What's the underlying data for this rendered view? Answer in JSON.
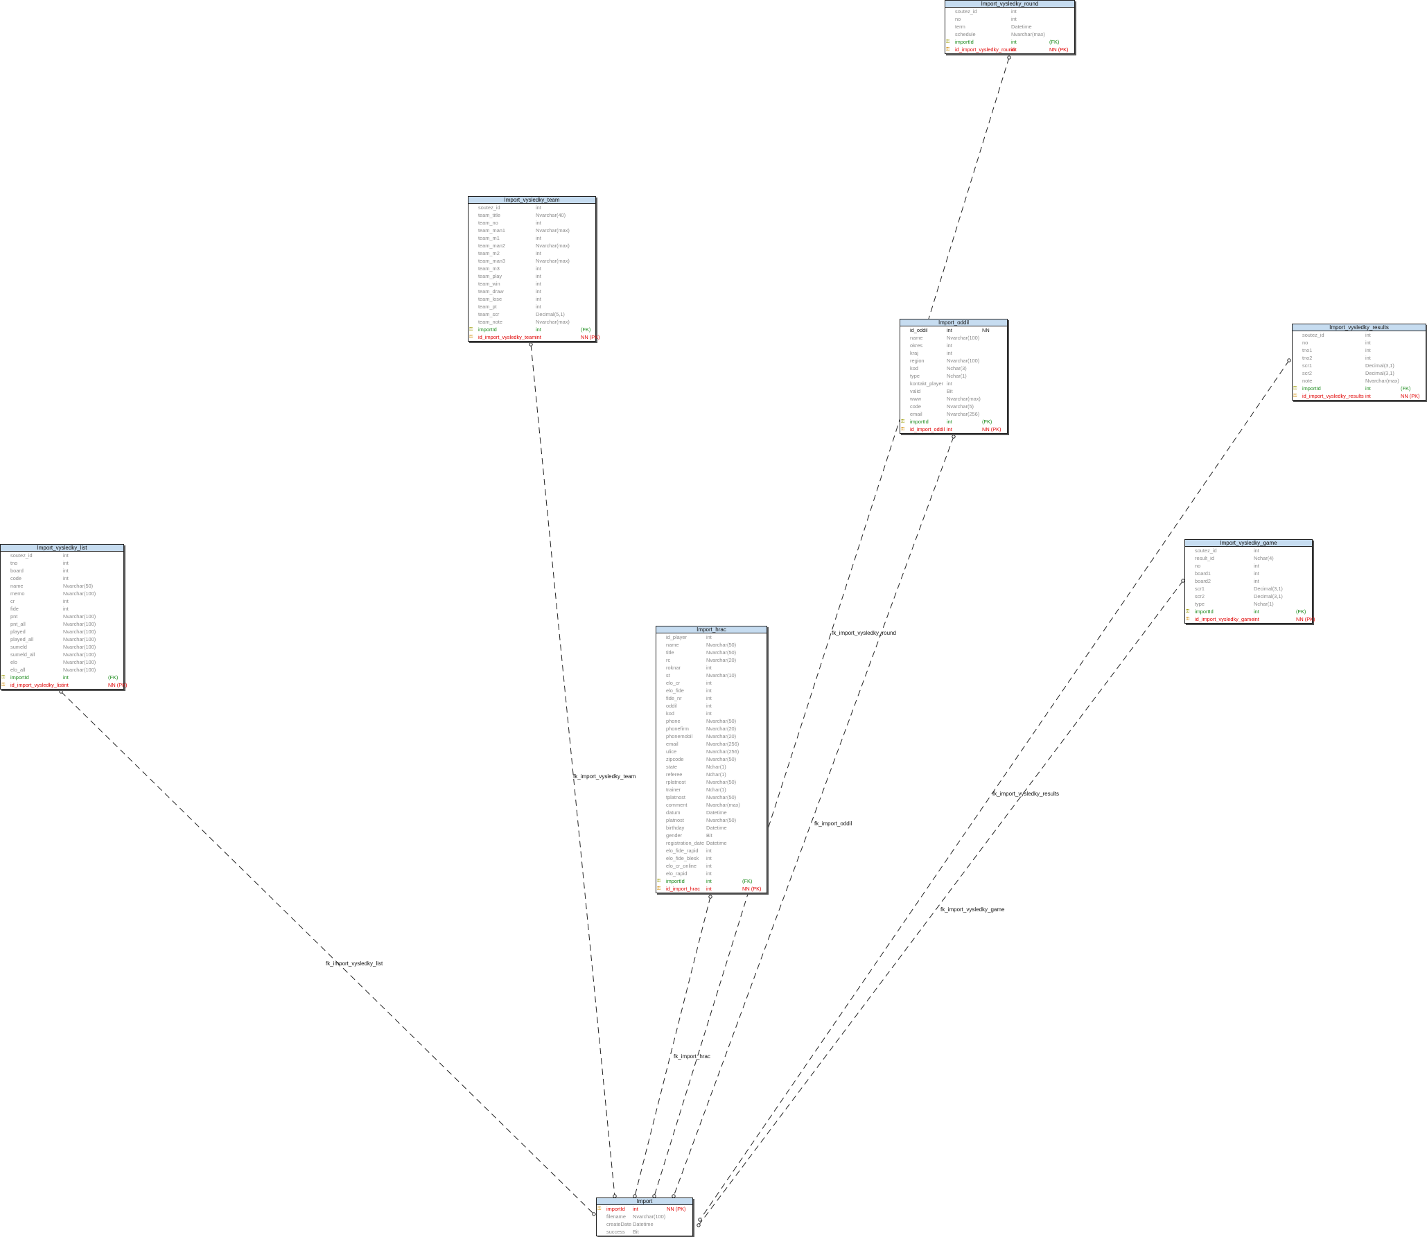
{
  "tables": [
    {
      "key": "round",
      "title": "Import_vysledky_round",
      "rows": [
        {
          "name": "soutez_id",
          "type": "int",
          "flag": "",
          "kind": ""
        },
        {
          "name": "no",
          "type": "int",
          "flag": "",
          "kind": ""
        },
        {
          "name": "term",
          "type": "Datetime",
          "flag": "",
          "kind": ""
        },
        {
          "name": "schedule",
          "type": "Nvarchar(max)",
          "flag": "",
          "kind": ""
        },
        {
          "name": "importId",
          "type": "int",
          "flag": "(FK)",
          "kind": "fk"
        },
        {
          "name": "id_import_vysledky_round",
          "type": "int",
          "flag": "NN (PK)",
          "kind": "pk"
        }
      ]
    },
    {
      "key": "team",
      "title": "Import_vysledky_team",
      "rows": [
        {
          "name": "soutez_id",
          "type": "int",
          "flag": "",
          "kind": ""
        },
        {
          "name": "team_title",
          "type": "Nvarchar(40)",
          "flag": "",
          "kind": ""
        },
        {
          "name": "team_no",
          "type": "int",
          "flag": "",
          "kind": ""
        },
        {
          "name": "team_man1",
          "type": "Nvarchar(max)",
          "flag": "",
          "kind": ""
        },
        {
          "name": "team_m1",
          "type": "int",
          "flag": "",
          "kind": ""
        },
        {
          "name": "team_man2",
          "type": "Nvarchar(max)",
          "flag": "",
          "kind": ""
        },
        {
          "name": "team_m2",
          "type": "int",
          "flag": "",
          "kind": ""
        },
        {
          "name": "team_man3",
          "type": "Nvarchar(max)",
          "flag": "",
          "kind": ""
        },
        {
          "name": "team_m3",
          "type": "int",
          "flag": "",
          "kind": ""
        },
        {
          "name": "team_play",
          "type": "int",
          "flag": "",
          "kind": ""
        },
        {
          "name": "team_win",
          "type": "int",
          "flag": "",
          "kind": ""
        },
        {
          "name": "team_draw",
          "type": "int",
          "flag": "",
          "kind": ""
        },
        {
          "name": "team_lose",
          "type": "int",
          "flag": "",
          "kind": ""
        },
        {
          "name": "team_pt",
          "type": "int",
          "flag": "",
          "kind": ""
        },
        {
          "name": "team_scr",
          "type": "Decimal(5,1)",
          "flag": "",
          "kind": ""
        },
        {
          "name": "team_note",
          "type": "Nvarchar(max)",
          "flag": "",
          "kind": ""
        },
        {
          "name": "importId",
          "type": "int",
          "flag": "(FK)",
          "kind": "fk"
        },
        {
          "name": "id_import_vysledky_team",
          "type": "int",
          "flag": "NN (PK)",
          "kind": "pk"
        }
      ]
    },
    {
      "key": "oddil",
      "title": "Import_oddil",
      "rows": [
        {
          "name": "id_oddil",
          "type": "int",
          "flag": "NN",
          "kind": "nn"
        },
        {
          "name": "name",
          "type": "Nvarchar(100)",
          "flag": "",
          "kind": ""
        },
        {
          "name": "okres",
          "type": "int",
          "flag": "",
          "kind": ""
        },
        {
          "name": "kraj",
          "type": "int",
          "flag": "",
          "kind": ""
        },
        {
          "name": "region",
          "type": "Nvarchar(100)",
          "flag": "",
          "kind": ""
        },
        {
          "name": "kod",
          "type": "Nchar(3)",
          "flag": "",
          "kind": ""
        },
        {
          "name": "type",
          "type": "Nchar(1)",
          "flag": "",
          "kind": ""
        },
        {
          "name": "kontakt_player",
          "type": "int",
          "flag": "",
          "kind": ""
        },
        {
          "name": "valid",
          "type": "Bit",
          "flag": "",
          "kind": ""
        },
        {
          "name": "www",
          "type": "Nvarchar(max)",
          "flag": "",
          "kind": ""
        },
        {
          "name": "code",
          "type": "Nvarchar(5)",
          "flag": "",
          "kind": ""
        },
        {
          "name": "email",
          "type": "Nvarchar(256)",
          "flag": "",
          "kind": ""
        },
        {
          "name": "importId",
          "type": "int",
          "flag": "(FK)",
          "kind": "fk"
        },
        {
          "name": "id_import_oddil",
          "type": "int",
          "flag": "NN (PK)",
          "kind": "pk"
        }
      ]
    },
    {
      "key": "results",
      "title": "Import_vysledky_results",
      "rows": [
        {
          "name": "soutez_id",
          "type": "int",
          "flag": "",
          "kind": ""
        },
        {
          "name": "no",
          "type": "int",
          "flag": "",
          "kind": ""
        },
        {
          "name": "tno1",
          "type": "int",
          "flag": "",
          "kind": ""
        },
        {
          "name": "tno2",
          "type": "int",
          "flag": "",
          "kind": ""
        },
        {
          "name": "scr1",
          "type": "Decimal(3,1)",
          "flag": "",
          "kind": ""
        },
        {
          "name": "scr2",
          "type": "Decimal(3,1)",
          "flag": "",
          "kind": ""
        },
        {
          "name": "note",
          "type": "Nvarchar(max)",
          "flag": "",
          "kind": ""
        },
        {
          "name": "importId",
          "type": "int",
          "flag": "(FK)",
          "kind": "fk"
        },
        {
          "name": "id_import_vysledky_results",
          "type": "int",
          "flag": "NN (PK)",
          "kind": "pk"
        }
      ]
    },
    {
      "key": "game",
      "title": "Import_vysledky_game",
      "rows": [
        {
          "name": "soutez_id",
          "type": "int",
          "flag": "",
          "kind": ""
        },
        {
          "name": "result_id",
          "type": "Nchar(4)",
          "flag": "",
          "kind": ""
        },
        {
          "name": "no",
          "type": "int",
          "flag": "",
          "kind": ""
        },
        {
          "name": "board1",
          "type": "int",
          "flag": "",
          "kind": ""
        },
        {
          "name": "board2",
          "type": "int",
          "flag": "",
          "kind": ""
        },
        {
          "name": "scr1",
          "type": "Decimal(3,1)",
          "flag": "",
          "kind": ""
        },
        {
          "name": "scr2",
          "type": "Decimal(3,1)",
          "flag": "",
          "kind": ""
        },
        {
          "name": "type",
          "type": "Nchar(1)",
          "flag": "",
          "kind": ""
        },
        {
          "name": "importId",
          "type": "int",
          "flag": "(FK)",
          "kind": "fk"
        },
        {
          "name": "id_import_vysledky_game",
          "type": "int",
          "flag": "NN (PK)",
          "kind": "pk"
        }
      ]
    },
    {
      "key": "list",
      "title": "Import_vysledky_list",
      "rows": [
        {
          "name": "soutez_id",
          "type": "int",
          "flag": "",
          "kind": ""
        },
        {
          "name": "tno",
          "type": "int",
          "flag": "",
          "kind": ""
        },
        {
          "name": "board",
          "type": "int",
          "flag": "",
          "kind": ""
        },
        {
          "name": "code",
          "type": "int",
          "flag": "",
          "kind": ""
        },
        {
          "name": "name",
          "type": "Nvarchar(50)",
          "flag": "",
          "kind": ""
        },
        {
          "name": "memo",
          "type": "Nvarchar(100)",
          "flag": "",
          "kind": ""
        },
        {
          "name": "cr",
          "type": "int",
          "flag": "",
          "kind": ""
        },
        {
          "name": "fide",
          "type": "int",
          "flag": "",
          "kind": ""
        },
        {
          "name": "pnt",
          "type": "Nvarchar(100)",
          "flag": "",
          "kind": ""
        },
        {
          "name": "pnt_all",
          "type": "Nvarchar(100)",
          "flag": "",
          "kind": ""
        },
        {
          "name": "played",
          "type": "Nvarchar(100)",
          "flag": "",
          "kind": ""
        },
        {
          "name": "played_all",
          "type": "Nvarchar(100)",
          "flag": "",
          "kind": ""
        },
        {
          "name": "sumeld",
          "type": "Nvarchar(100)",
          "flag": "",
          "kind": ""
        },
        {
          "name": "sumeld_all",
          "type": "Nvarchar(100)",
          "flag": "",
          "kind": ""
        },
        {
          "name": "elo",
          "type": "Nvarchar(100)",
          "flag": "",
          "kind": ""
        },
        {
          "name": "elo_all",
          "type": "Nvarchar(100)",
          "flag": "",
          "kind": ""
        },
        {
          "name": "importId",
          "type": "int",
          "flag": "(FK)",
          "kind": "fk"
        },
        {
          "name": "id_import_vysledky_list",
          "type": "int",
          "flag": "NN (PK)",
          "kind": "pk"
        }
      ]
    },
    {
      "key": "hrac",
      "title": "Import_hrac",
      "rows": [
        {
          "name": "id_player",
          "type": "int",
          "flag": "",
          "kind": ""
        },
        {
          "name": "name",
          "type": "Nvarchar(50)",
          "flag": "",
          "kind": ""
        },
        {
          "name": "title",
          "type": "Nvarchar(50)",
          "flag": "",
          "kind": ""
        },
        {
          "name": "rc",
          "type": "Nvarchar(20)",
          "flag": "",
          "kind": ""
        },
        {
          "name": "roknar",
          "type": "int",
          "flag": "",
          "kind": ""
        },
        {
          "name": "st",
          "type": "Nvarchar(10)",
          "flag": "",
          "kind": ""
        },
        {
          "name": "elo_cr",
          "type": "int",
          "flag": "",
          "kind": ""
        },
        {
          "name": "elo_fide",
          "type": "int",
          "flag": "",
          "kind": ""
        },
        {
          "name": "fide_nr",
          "type": "int",
          "flag": "",
          "kind": ""
        },
        {
          "name": "oddil",
          "type": "int",
          "flag": "",
          "kind": ""
        },
        {
          "name": "kod",
          "type": "int",
          "flag": "",
          "kind": ""
        },
        {
          "name": "phone",
          "type": "Nvarchar(50)",
          "flag": "",
          "kind": ""
        },
        {
          "name": "phonefirm",
          "type": "Nvarchar(20)",
          "flag": "",
          "kind": ""
        },
        {
          "name": "phonemobil",
          "type": "Nvarchar(20)",
          "flag": "",
          "kind": ""
        },
        {
          "name": "email",
          "type": "Nvarchar(256)",
          "flag": "",
          "kind": ""
        },
        {
          "name": "ulice",
          "type": "Nvarchar(256)",
          "flag": "",
          "kind": ""
        },
        {
          "name": "zipcode",
          "type": "Nvarchar(50)",
          "flag": "",
          "kind": ""
        },
        {
          "name": "state",
          "type": "Nchar(1)",
          "flag": "",
          "kind": ""
        },
        {
          "name": "referee",
          "type": "Nchar(1)",
          "flag": "",
          "kind": ""
        },
        {
          "name": "rplatnost",
          "type": "Nvarchar(50)",
          "flag": "",
          "kind": ""
        },
        {
          "name": "trainer",
          "type": "Nchar(1)",
          "flag": "",
          "kind": ""
        },
        {
          "name": "tplatnost",
          "type": "Nvarchar(50)",
          "flag": "",
          "kind": ""
        },
        {
          "name": "comment",
          "type": "Nvarchar(max)",
          "flag": "",
          "kind": ""
        },
        {
          "name": "datum",
          "type": "Datetime",
          "flag": "",
          "kind": ""
        },
        {
          "name": "platnost",
          "type": "Nvarchar(50)",
          "flag": "",
          "kind": ""
        },
        {
          "name": "birthday",
          "type": "Datetime",
          "flag": "",
          "kind": ""
        },
        {
          "name": "gender",
          "type": "Bit",
          "flag": "",
          "kind": ""
        },
        {
          "name": "registration_date",
          "type": "Datetime",
          "flag": "",
          "kind": ""
        },
        {
          "name": "elo_fide_rapid",
          "type": "int",
          "flag": "",
          "kind": ""
        },
        {
          "name": "elo_fide_blesk",
          "type": "int",
          "flag": "",
          "kind": ""
        },
        {
          "name": "elo_cr_online",
          "type": "int",
          "flag": "",
          "kind": ""
        },
        {
          "name": "elo_rapid",
          "type": "int",
          "flag": "",
          "kind": ""
        },
        {
          "name": "importId",
          "type": "int",
          "flag": "(FK)",
          "kind": "fk"
        },
        {
          "name": "id_import_hrac",
          "type": "int",
          "flag": "NN (PK)",
          "kind": "pk"
        }
      ]
    },
    {
      "key": "import",
      "title": "Import",
      "rows": [
        {
          "name": "importId",
          "type": "int",
          "flag": "NN (PK)",
          "kind": "pk"
        },
        {
          "name": "filename",
          "type": "Nvarchar(100)",
          "flag": "",
          "kind": ""
        },
        {
          "name": "createDate",
          "type": "Datetime",
          "flag": "",
          "kind": ""
        },
        {
          "name": "success",
          "type": "Bit",
          "flag": "",
          "kind": ""
        }
      ]
    }
  ],
  "relationships": [
    {
      "key": "fk_team",
      "label": "fk_import_vysledky_team",
      "from": "team",
      "to": "import"
    },
    {
      "key": "fk_round",
      "label": "fk_import_vysledky_round",
      "from": "round",
      "to": "import"
    },
    {
      "key": "fk_oddil",
      "label": "fk_import_oddil",
      "from": "oddil",
      "to": "import"
    },
    {
      "key": "fk_results",
      "label": "fk_import_vysledky_results",
      "from": "results",
      "to": "import"
    },
    {
      "key": "fk_game",
      "label": "fk_import_vysledky_game",
      "from": "game",
      "to": "import"
    },
    {
      "key": "fk_list",
      "label": "fk_import_vysledky_list",
      "from": "list",
      "to": "import"
    },
    {
      "key": "fk_hrac",
      "label": "fk_import_hrac",
      "from": "hrac",
      "to": "import"
    }
  ]
}
